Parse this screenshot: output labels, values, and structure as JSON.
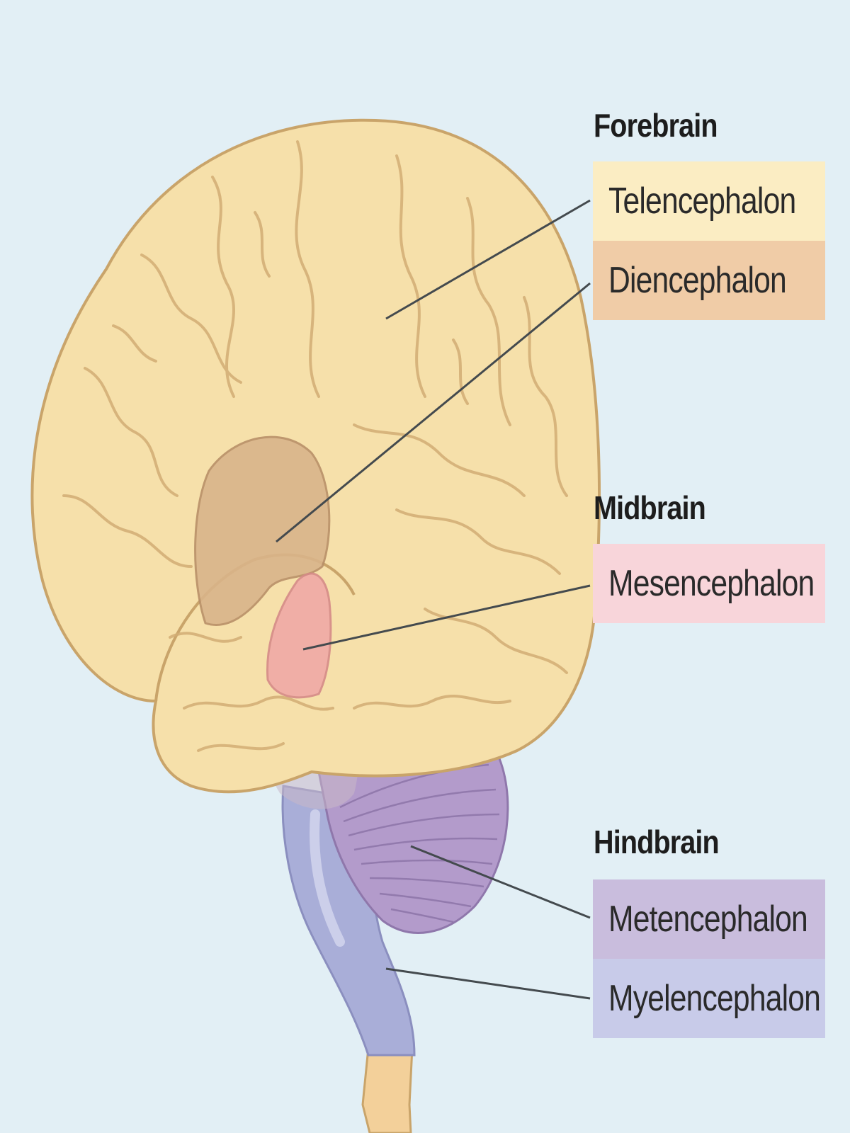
{
  "groups": {
    "forebrain": {
      "heading": "Forebrain",
      "parts": [
        {
          "label": "Telencephalon",
          "color": "#fbedc3"
        },
        {
          "label": "Diencephalon",
          "color": "#f0cca7"
        }
      ]
    },
    "midbrain": {
      "heading": "Midbrain",
      "parts": [
        {
          "label": "Mesencephalon",
          "color": "#f8d5da"
        }
      ]
    },
    "hindbrain": {
      "heading": "Hindbrain",
      "parts": [
        {
          "label": "Metencephalon",
          "color": "#c9bddd"
        },
        {
          "label": "Myelencephalon",
          "color": "#c8cbe9"
        }
      ]
    }
  },
  "colors": {
    "background": "#e2eff5",
    "cerebrum": "#f6e0aa",
    "gyri_line": "#c9a46a",
    "diencephalon": "#d9b48a",
    "mesencephalon": "#f0a9a6",
    "cerebellum": "#b39bcb",
    "brainstem": "#a9aed8",
    "spinal_cord": "#f3d09a",
    "leader_line": "#444a4e"
  }
}
